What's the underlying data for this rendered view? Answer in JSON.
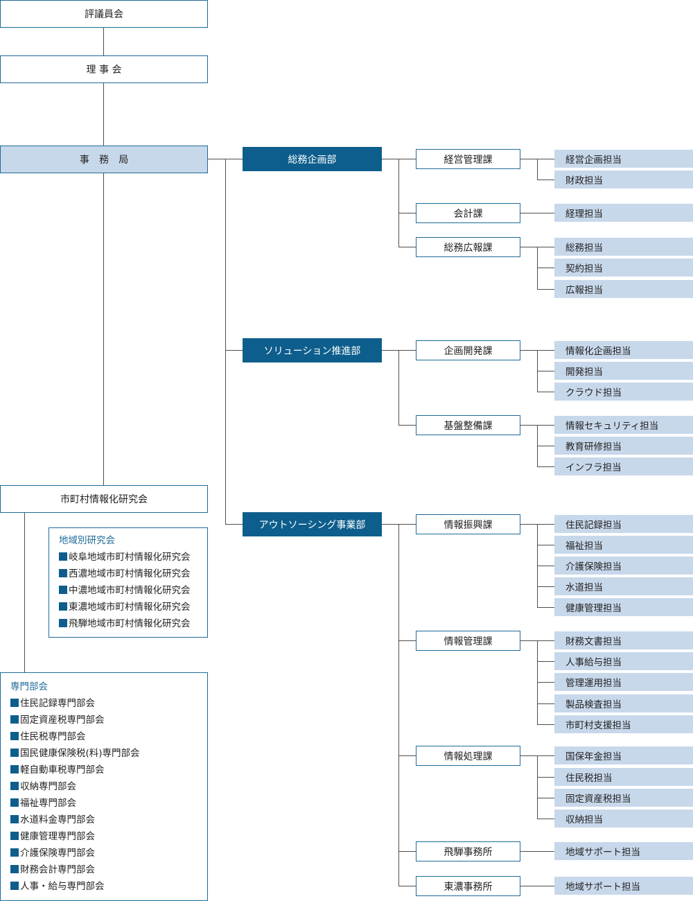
{
  "top": {
    "council": "評議員会",
    "board": "理 事 会",
    "secretariat": "事 務 局",
    "study_group": "市町村情報化研究会"
  },
  "departments": [
    {
      "name": "総務企画部",
      "sections": [
        {
          "name": "経営管理課",
          "tanto": [
            "経営企画担当",
            "財政担当"
          ]
        },
        {
          "name": "会計課",
          "tanto": [
            "経理担当"
          ]
        },
        {
          "name": "総務広報課",
          "tanto": [
            "総務担当",
            "契約担当",
            "広報担当"
          ]
        }
      ]
    },
    {
      "name": "ソリューション推進部",
      "sections": [
        {
          "name": "企画開発課",
          "tanto": [
            "情報化企画担当",
            "開発担当",
            "クラウド担当"
          ]
        },
        {
          "name": "基盤整備課",
          "tanto": [
            "情報セキュリティ担当",
            "教育研修担当",
            "インフラ担当"
          ]
        }
      ]
    },
    {
      "name": "アウトソーシング事業部",
      "sections": [
        {
          "name": "情報振興課",
          "tanto": [
            "住民記録担当",
            "福祉担当",
            "介護保険担当",
            "水道担当",
            "健康管理担当"
          ]
        },
        {
          "name": "情報管理課",
          "tanto": [
            "財務文書担当",
            "人事給与担当",
            "管理運用担当",
            "製品検査担当",
            "市町村支援担当"
          ]
        },
        {
          "name": "情報処理課",
          "tanto": [
            "国保年金担当",
            "住民税担当",
            "固定資産税担当",
            "収納担当"
          ]
        },
        {
          "name": "飛騨事務所",
          "tanto": [
            "地域サポート担当"
          ]
        },
        {
          "name": "東濃事務所",
          "tanto": [
            "地域サポート担当"
          ]
        }
      ]
    }
  ],
  "regional": {
    "title": "地域別研究会",
    "items": [
      "岐阜地域市町村情報化研究会",
      "西濃地域市町村情報化研究会",
      "中濃地域市町村情報化研究会",
      "東濃地域市町村情報化研究会",
      "飛騨地域市町村情報化研究会"
    ]
  },
  "specialist": {
    "title": "専門部会",
    "items": [
      "住民記録専門部会",
      "固定資産税専門部会",
      "住民税専門部会",
      "国民健康保険税(料)専門部会",
      "軽自動車税専門部会",
      "収納専門部会",
      "福祉専門部会",
      "水道料金専門部会",
      "健康管理専門部会",
      "介護保険専門部会",
      "財務会計専門部会",
      "人事・給与専門部会"
    ]
  },
  "colors": {
    "accent": "#0d5e8c",
    "border": "#1e6a99",
    "light": "#c8d8eb",
    "line": "#4d4d4d"
  }
}
